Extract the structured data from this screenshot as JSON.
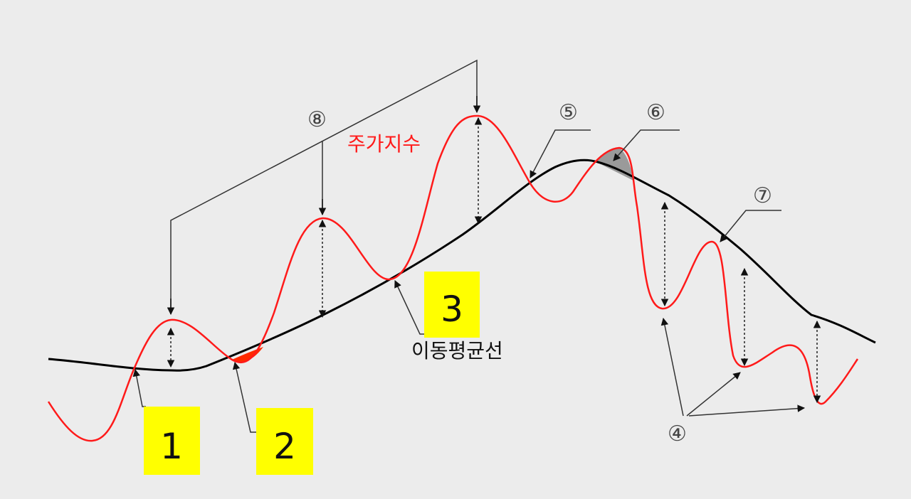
{
  "labels": {
    "stock_index": "주가지수",
    "moving_average": "이동평균선"
  },
  "circled_numbers": {
    "n4": "④",
    "n5": "⑤",
    "n6": "⑥",
    "n7": "⑦",
    "n8": "⑧"
  },
  "markers": {
    "m1": "1",
    "m2": "2",
    "m3": "3"
  },
  "colors": {
    "background": "#ececec",
    "stock_line": "#ff1a1a",
    "moving_average_line": "#000000",
    "marker_fill": "#ffff00",
    "shade_red": "#ff2a00",
    "shade_gray": "#9a9a9a"
  }
}
